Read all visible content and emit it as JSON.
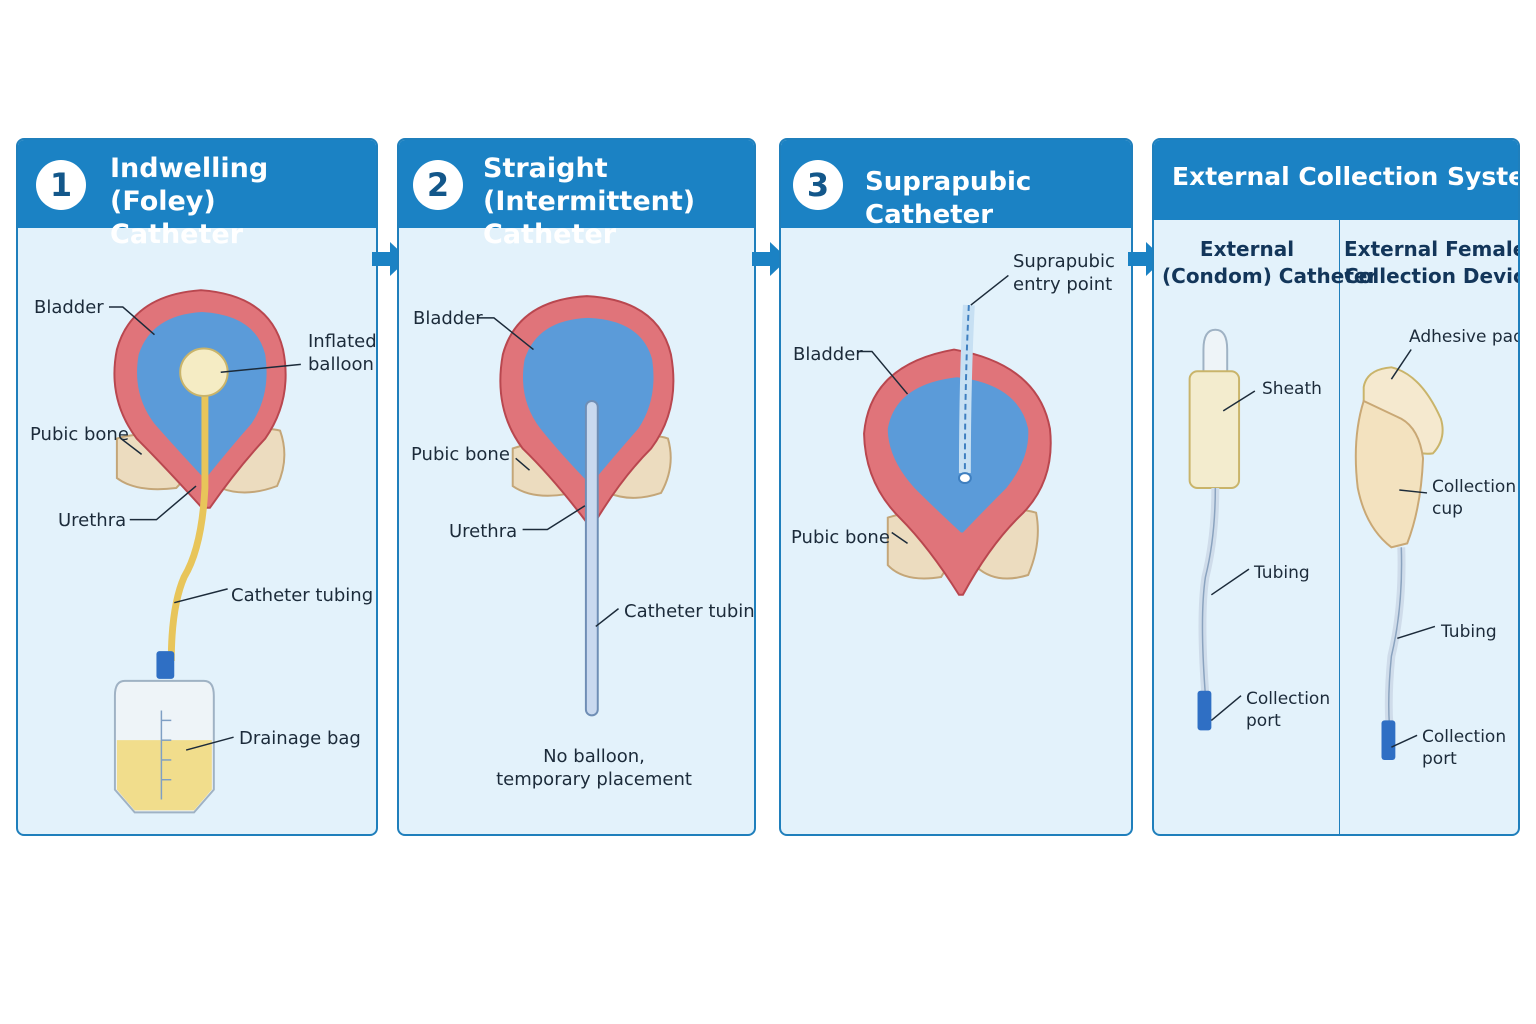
{
  "panels": [
    {
      "number": "1",
      "title_line1": "Indwelling (Foley)",
      "title_line2": "Catheter",
      "labels": {
        "bladder": "Bladder",
        "balloon_line1": "Inflated",
        "balloon_line2": "balloon",
        "pubic_bone": "Pubic bone",
        "urethra": "Urethra",
        "tubing": "Catheter tubing",
        "bag": "Drainage bag"
      }
    },
    {
      "number": "2",
      "title_line1": "Straight (Intermittent)",
      "title_line2": "Catheter",
      "labels": {
        "bladder": "Bladder",
        "pubic_bone": "Pubic bone",
        "urethra": "Urethra",
        "tubing": "Catheter tubing",
        "note_line1": "No balloon,",
        "note_line2": "temporary placement"
      }
    },
    {
      "number": "3",
      "title": "Suprapubic Catheter",
      "labels": {
        "entry_line1": "Suprapubic",
        "entry_line2": "entry point",
        "bladder": "Bladder",
        "pubic_bone": "Pubic bone"
      }
    },
    {
      "title": "External Collection Systems",
      "male": {
        "title_line1": "External",
        "title_line2": "(Condom) Catheter",
        "sheath": "Sheath",
        "tubing": "Tubing",
        "port_line1": "Collection",
        "port_line2": "port"
      },
      "female": {
        "title_line1": "External Female",
        "title_line2": "Collection Device",
        "adhesive": "Adhesive pad",
        "cup_line1": "Collection",
        "cup_line2": "cup",
        "tubing": "Tubing",
        "port_line1": "Collection",
        "port_line2": "port"
      }
    }
  ],
  "colors": {
    "header": "#1b82c4",
    "panel_bg": "#e3f2fb",
    "bladder_wall": "#e0747a",
    "urine": "#5b9bd9",
    "bone": "#ecdcbf",
    "catheter_foley": "#e8c55a",
    "catheter_straight": "#c9d9ef",
    "connector": "#2f6fc4"
  }
}
